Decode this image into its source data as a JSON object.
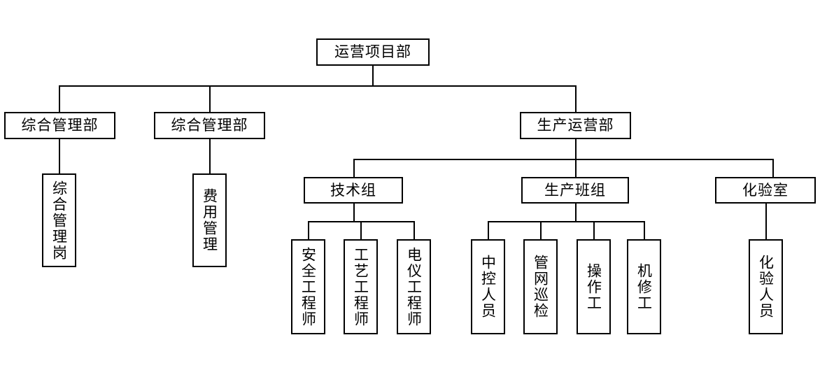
{
  "diagram": {
    "type": "organization-chart",
    "title_text": "运营项目部",
    "colors": {
      "line": "#000000",
      "box_border": "#000000",
      "box_fill": "#ffffff",
      "text": "#000000",
      "background": "#ffffff"
    },
    "nodes": {
      "root": {
        "label": "运营项目部",
        "orientation": "horizontal",
        "level": 0
      },
      "l1_a": {
        "label": "综合管理部",
        "orientation": "horizontal",
        "level": 1
      },
      "l1_b": {
        "label": "综合管理部",
        "orientation": "horizontal",
        "level": 1
      },
      "l1_c": {
        "label": "生产运营部",
        "orientation": "horizontal",
        "level": 1
      },
      "l2_a1": {
        "label": "综合管理岗",
        "orientation": "vertical",
        "level": 2
      },
      "l2_b1": {
        "label": "费用管理",
        "orientation": "vertical",
        "level": 2
      },
      "l2_c1": {
        "label": "技术组",
        "orientation": "horizontal",
        "level": 2
      },
      "l2_c2": {
        "label": "生产班组",
        "orientation": "horizontal",
        "level": 2
      },
      "l2_c3": {
        "label": "化验室",
        "orientation": "horizontal",
        "level": 2
      },
      "l3_t1": {
        "label": "安全工程师",
        "orientation": "vertical",
        "level": 3
      },
      "l3_t2": {
        "label": "工艺工程师",
        "orientation": "vertical",
        "level": 3
      },
      "l3_t3": {
        "label": "电仪工程师",
        "orientation": "vertical",
        "level": 3
      },
      "l3_p1": {
        "label": "中控人员",
        "orientation": "vertical",
        "level": 3
      },
      "l3_p2": {
        "label": "管网巡检",
        "orientation": "vertical",
        "level": 3
      },
      "l3_p3": {
        "label": "操作工",
        "orientation": "vertical",
        "level": 3
      },
      "l3_p4": {
        "label": "机修工",
        "orientation": "vertical",
        "level": 3
      },
      "l3_h1": {
        "label": "化验人员",
        "orientation": "vertical",
        "level": 3
      }
    },
    "hierarchy": {
      "运营项目部": [
        "综合管理部",
        "综合管理部",
        "生产运营部"
      ],
      "综合管理部_1": [
        "综合管理岗"
      ],
      "综合管理部_2": [
        "费用管理"
      ],
      "生产运营部": [
        "技术组",
        "生产班组",
        "化验室"
      ],
      "技术组": [
        "安全工程师",
        "工艺工程师",
        "电仪工程师"
      ],
      "生产班组": [
        "中控人员",
        "管网巡检",
        "操作工",
        "机修工"
      ],
      "化验室": [
        "化验人员"
      ]
    }
  }
}
